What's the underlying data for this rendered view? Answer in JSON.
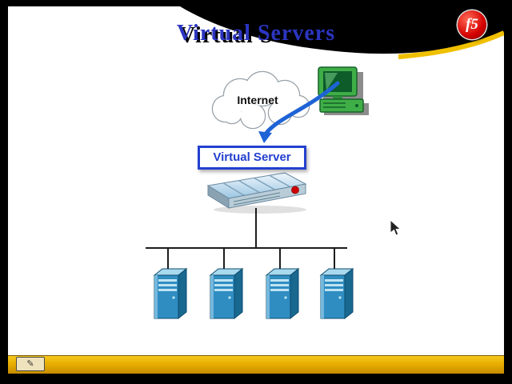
{
  "slide": {
    "title": "Virtual Servers",
    "logo": {
      "text": "f5"
    },
    "diagram": {
      "internet_label": "Internet",
      "virtual_server_label": "Virtual Server"
    },
    "toolbar": {
      "pencil_glyph": "✎"
    }
  },
  "colors": {
    "title_blue": "#2b35c0",
    "accent_yellow": "#f0c000",
    "logo_red": "#d40000",
    "server_blue": "#2f8dc2",
    "arrow_blue": "#1e63d6",
    "bottom_bar_gold": "#e8ae00"
  }
}
